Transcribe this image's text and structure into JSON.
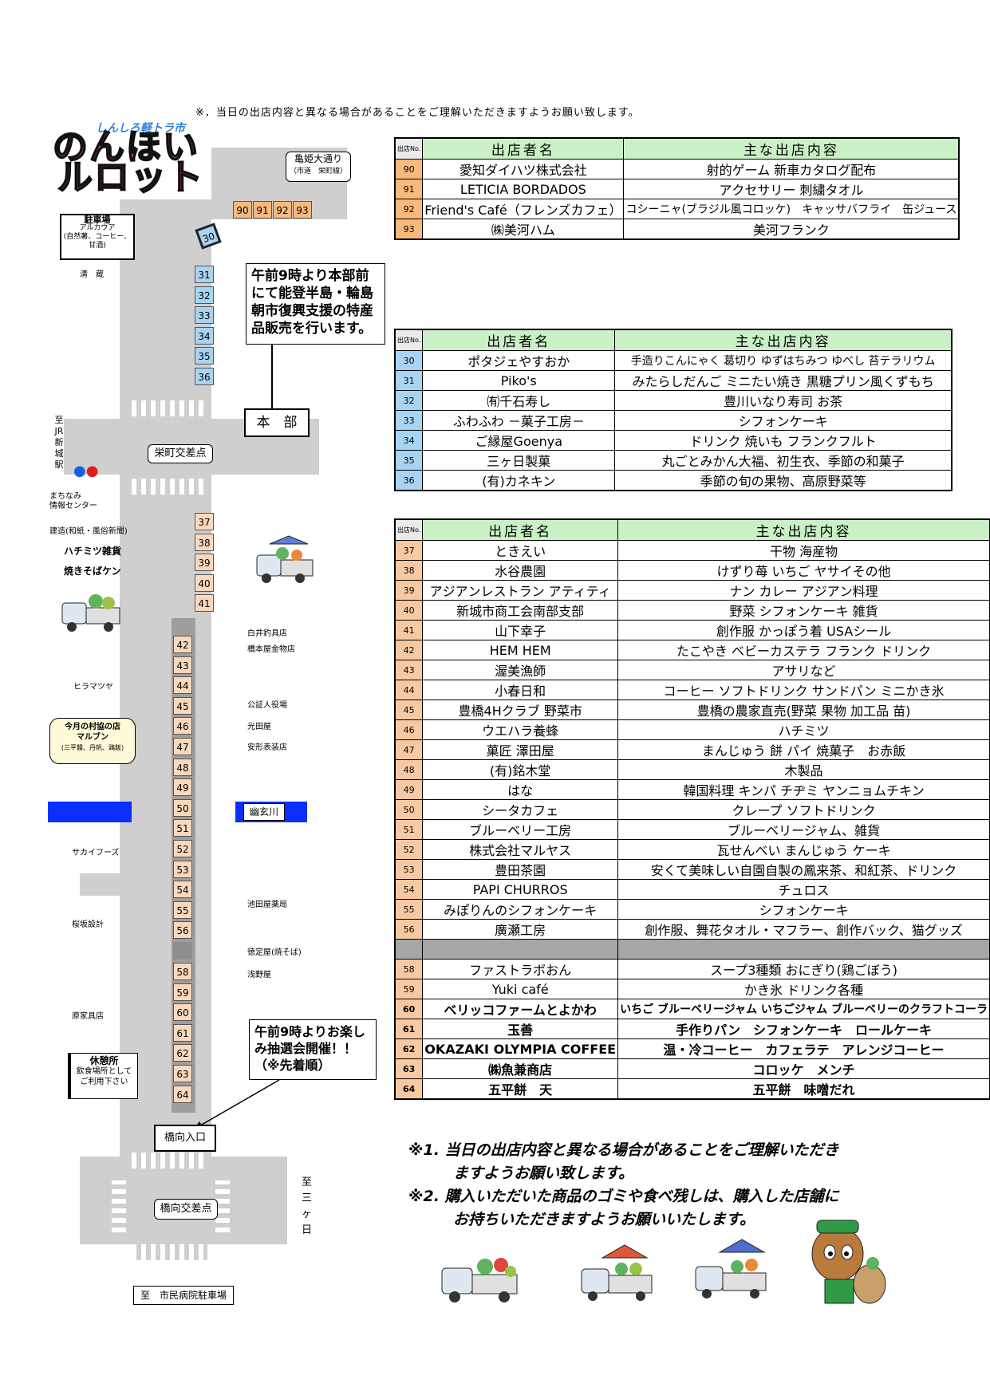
{
  "top_note": "※．当日の出店内容と異なる場合があることをご理解いただきますようお願い致します。",
  "logo": {
    "subtitle": "しんしろ軽トラ市",
    "title_line1": "のんほい",
    "title_line2": "ルロット"
  },
  "map": {
    "kamehime": {
      "line1": "亀姫大通り",
      "line2": "（市道　栄町線）"
    },
    "parking": {
      "title": "駐車場",
      "line2": "アルカウア",
      "line3": "(自然薯、コーヒー、甘酒)"
    },
    "kiyokura": "清　蔵",
    "honbu": "本　部",
    "sakaemachi": "栄町交差点",
    "jr_station": "至JR新城駅",
    "machinami": {
      "line1": "まちなみ",
      "line2": "情報センター"
    },
    "left_labels": [
      "建造(和紙・風俗新聞)",
      "ハチミツ雑貨",
      "焼きそばケン",
      "ヒラマツヤ",
      "サカイフーズ",
      "桜坂設計",
      "原家具店"
    ],
    "right_labels": [
      "白井釣具店",
      "橋本屋金物店",
      "公証人役場",
      "光田屋",
      "安形表装店",
      "池田屋薬局",
      "徳定屋(焼そば)",
      "浅野屋"
    ],
    "monthly": {
      "line1": "今月の村協の店",
      "line2": "マルブン",
      "line3": "(三平饅、丹帆、鶏飯)"
    },
    "river": "幽玄川",
    "rest": {
      "title": "休憩所",
      "line2": "飲食場所として",
      "line3": "ご利用下さい"
    },
    "entrance": "橋向入口",
    "hashimuko": "橋向交差点",
    "mikkabi": "至三ヶ日",
    "hospital": "至　市民病院駐車場",
    "notice_top": "午前9時より本部前にて能登半島・輪島朝市復興支援の特産品販売を行います。",
    "notice_bottom": "午前9時よりお楽しみ抽選会開催！！（※先着順）",
    "top_stalls": [
      "90",
      "91",
      "92",
      "93"
    ],
    "stall_30": "30",
    "stalls_blue": [
      "31",
      "32",
      "33",
      "34",
      "35",
      "36"
    ],
    "stalls_a": [
      "37",
      "38",
      "39",
      "40",
      "41"
    ],
    "stalls_b": [
      "42",
      "43",
      "44",
      "45",
      "46",
      "47",
      "48",
      "49",
      "50",
      "51",
      "52",
      "53",
      "54",
      "55",
      "56"
    ],
    "stalls_c": [
      "58",
      "59",
      "60",
      "61",
      "62",
      "63",
      "64"
    ]
  },
  "table_header": {
    "no": "出店No.",
    "name": "出店者名",
    "content": "主な出店内容"
  },
  "table1": [
    {
      "no": "90",
      "name": "愛知ダイハツ株式会社",
      "content": "射的ゲーム 新車カタログ配布"
    },
    {
      "no": "91",
      "name": "LETICIA BORDADOS",
      "content": "アクセサリー 刺繍タオル"
    },
    {
      "no": "92",
      "name": "Friend's Café（フレンズカフェ）",
      "content": "コシーニャ(ブラジル風コロッケ)　キャッサバフライ　缶ジュース"
    },
    {
      "no": "93",
      "name": "㈱美河ハム",
      "content": "美河フランク"
    }
  ],
  "table2": [
    {
      "no": "30",
      "name": "ポタジェやすおか",
      "content": "手造りこんにゃく 葛切り ゆずはちみつ ゆべし 苔テラリウム"
    },
    {
      "no": "31",
      "name": "Piko's",
      "content": "みたらしだんご ミニたい焼き 黒糖プリン風くずもち"
    },
    {
      "no": "32",
      "name": "㈲千石寿し",
      "content": "豊川いなり寿司 お茶"
    },
    {
      "no": "33",
      "name": "ふわふわ －菓子工房－",
      "content": "シフォンケーキ"
    },
    {
      "no": "34",
      "name": "ご縁屋Goenya",
      "content": "ドリンク 焼いも フランクフルト"
    },
    {
      "no": "35",
      "name": "三ヶ日製菓",
      "content": "丸ごとみかん大福、初生衣、季節の和菓子"
    },
    {
      "no": "36",
      "name": "(有)カネキン",
      "content": "季節の旬の果物、高原野菜等"
    }
  ],
  "table3": [
    {
      "no": "37",
      "name": "ときえい",
      "content": "干物 海産物"
    },
    {
      "no": "38",
      "name": "水谷農園",
      "content": "けずり苺 いちご ヤサイその他"
    },
    {
      "no": "39",
      "name": "アジアンレストラン アティティ",
      "content": "ナン カレー アジアン料理"
    },
    {
      "no": "40",
      "name": "新城市商工会南部支部",
      "content": "野菜 シフォンケーキ 雑貨"
    },
    {
      "no": "41",
      "name": "山下幸子",
      "content": "創作服 かっぽう着 USAシール"
    },
    {
      "no": "42",
      "name": "HEM HEM",
      "content": "たこやき ベビーカステラ フランク ドリンク"
    },
    {
      "no": "43",
      "name": "渥美漁師",
      "content": "アサリなど"
    },
    {
      "no": "44",
      "name": "小春日和",
      "content": "コーヒー ソフトドリンク サンドパン ミニかき氷"
    },
    {
      "no": "45",
      "name": "豊橋4Hクラブ 野菜市",
      "content": "豊橋の農家直売(野菜 果物 加工品 苗)"
    },
    {
      "no": "46",
      "name": "ウエハラ養蜂",
      "content": "ハチミツ"
    },
    {
      "no": "47",
      "name": "菓匠 澤田屋",
      "content": "まんじゅう 餅 パイ 焼菓子　お赤飯"
    },
    {
      "no": "48",
      "name": "(有)銘木堂",
      "content": "木製品"
    },
    {
      "no": "49",
      "name": "はな",
      "content": "韓国料理 キンパ チヂミ ヤンニョムチキン"
    },
    {
      "no": "50",
      "name": "シータカフェ",
      "content": "クレープ ソフトドリンク"
    },
    {
      "no": "51",
      "name": "ブルーベリー工房",
      "content": "ブルーベリージャム、雑貨"
    },
    {
      "no": "52",
      "name": "株式会社マルヤス",
      "content": "瓦せんべい まんじゅう ケーキ"
    },
    {
      "no": "53",
      "name": "豊田茶園",
      "content": "安くて美味しい自園自製の鳳来茶、和紅茶、ドリンク"
    },
    {
      "no": "54",
      "name": "PAPI CHURROS",
      "content": "チュロス"
    },
    {
      "no": "55",
      "name": "みぽりんのシフォンケーキ",
      "content": "シフォンケーキ"
    },
    {
      "no": "56",
      "name": "廣瀬工房",
      "content": "創作服、舞花タオル・マフラー、創作バック、猫グッズ"
    },
    {
      "no": "",
      "name": "",
      "content": ""
    },
    {
      "no": "58",
      "name": "ファストラボおん",
      "content": "スープ3種類 おにぎり(鶏ごぼう)"
    },
    {
      "no": "59",
      "name": "Yuki café",
      "content": "かき氷 ドリンク各種"
    },
    {
      "no": "60",
      "name": "ベリッコファームとよかわ",
      "content": "いちご ブルーベリージャム いちごジャム ブルーベリーのクラフトコーラ"
    },
    {
      "no": "61",
      "name": "玉善",
      "content": "手作りパン　シフォンケーキ　ロールケーキ"
    },
    {
      "no": "62",
      "name": "OKAZAKI OLYMPIA COFFEE",
      "content": "温・冷コーヒー　カフェラテ　アレンジコーヒー"
    },
    {
      "no": "63",
      "name": "㈱魚兼商店",
      "content": "コロッケ　メンチ"
    },
    {
      "no": "64",
      "name": "五平餅　天",
      "content": "五平餅　味噌だれ"
    }
  ],
  "footnotes": {
    "f1_mark": "※1.",
    "f1_line1": "当日の出店内容と異なる場合があることをご理解いただき",
    "f1_line2": "ますようお願い致します。",
    "f2_mark": "※2.",
    "f2_line1": "購入いただいた商品のゴミや食べ残しは、購入した店舗に",
    "f2_line2": "お持ちいただきますようお願いいたします。"
  }
}
